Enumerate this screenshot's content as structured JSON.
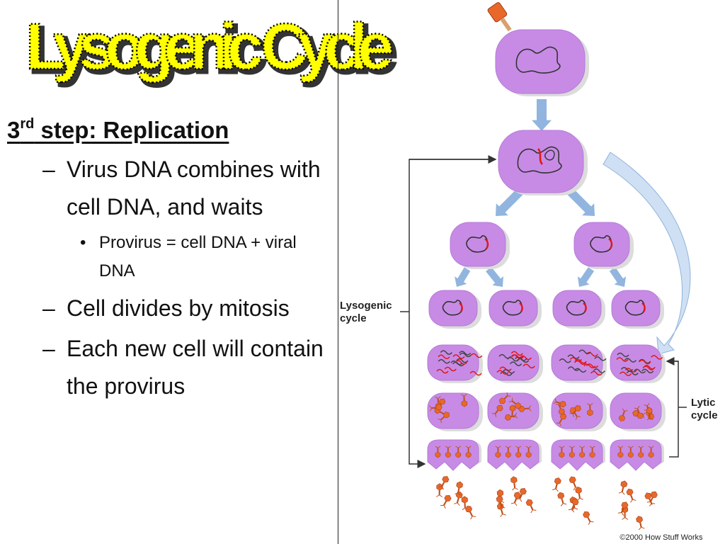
{
  "slide": {
    "title": "Lysogenic Cycle",
    "step_number": "3",
    "step_suffix": "rd",
    "step_label": " step: Replication",
    "bullets": [
      {
        "text": "Virus DNA combines with cell DNA, and waits",
        "sub": [
          {
            "text": "Provirus = cell DNA + viral DNA"
          }
        ]
      },
      {
        "text": "Cell divides by mitosis",
        "sub": []
      },
      {
        "text": "Each new cell will contain the provirus",
        "sub": []
      }
    ]
  },
  "diagram": {
    "lysogenic_label_line1": "Lysogenic",
    "lysogenic_label_line2": "cycle",
    "lytic_label_line1": "Lytic",
    "lytic_label_line2": "cycle",
    "copyright": "©2000 How Stuff Works",
    "colors": {
      "cell_fill": "#c78be6",
      "cell_rim": "#dcdcdc",
      "cell_dna": "#333333",
      "viral_dna": "#e01818",
      "phage": "#e8682a",
      "arrow": "#7ea8d8",
      "title_fill": "#ffff00"
    }
  }
}
